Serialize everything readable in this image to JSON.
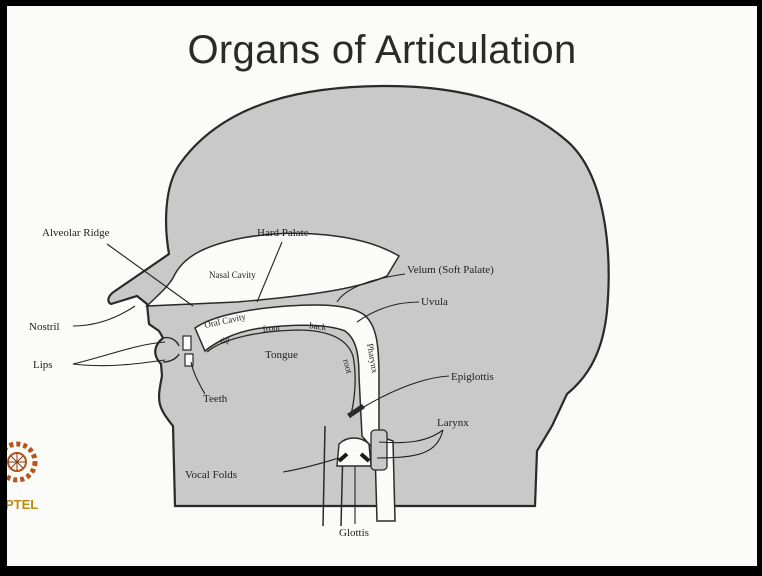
{
  "slide": {
    "title": "Organs of Articulation"
  },
  "diagram": {
    "labels": {
      "alveolar_ridge": "Alveolar Ridge",
      "hard_palate": "Hard Palate",
      "nasal_cavity": "Nasal Cavity",
      "velum": "Velum (Soft Palate)",
      "uvula": "Uvula",
      "nostril": "Nostril",
      "oral_cavity": "Oral Cavity",
      "tip": "tip",
      "front": "front",
      "back": "back",
      "root": "root",
      "pharynx": "Pharynx",
      "lips": "Lips",
      "tongue": "Tongue",
      "teeth": "Teeth",
      "epiglottis": "Epiglottis",
      "larynx": "Larynx",
      "vocal_folds": "Vocal Folds",
      "glottis": "Glottis"
    }
  },
  "logo": {
    "text": "PTEL",
    "colors": {
      "gear": "#b5541c",
      "text": "#c08a10"
    }
  }
}
